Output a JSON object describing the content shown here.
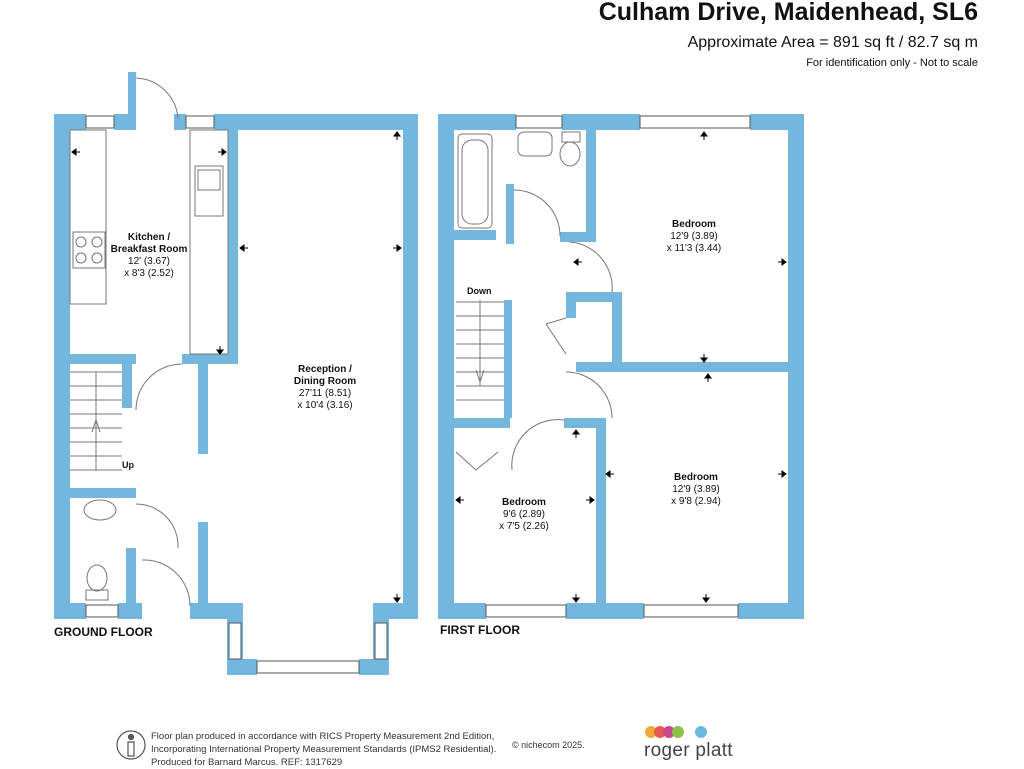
{
  "header": {
    "title": "Culham Drive, Maidenhead, SL6",
    "area": "Approximate Area = 891 sq ft /  82.7 sq m",
    "note": "For identification only - Not to scale"
  },
  "colors": {
    "wall": "#73b7de",
    "window": "#ffffff",
    "line": "#555555"
  },
  "ground_floor": {
    "label": "GROUND FLOOR",
    "kitchen": {
      "name": "Kitchen /\nBreakfast Room",
      "line1": "Kitchen /",
      "line2": "Breakfast Room",
      "dim_ft": "12' (3.67)",
      "dim_m": "x 8'3 (2.52)"
    },
    "reception": {
      "line1": "Reception /",
      "line2": "Dining Room",
      "dim_ft": "27'11 (8.51)",
      "dim_m": "x 10'4 (3.16)"
    },
    "stairs_label": "Up"
  },
  "first_floor": {
    "label": "FIRST FLOOR",
    "bedroom_1": {
      "name": "Bedroom",
      "dim_ft": "12'9 (3.89)",
      "dim_m": "x 11'3 (3.44)"
    },
    "bedroom_2": {
      "name": "Bedroom",
      "dim_ft": "12'9 (3.89)",
      "dim_m": "x 9'8 (2.94)"
    },
    "bedroom_3": {
      "name": "Bedroom",
      "dim_ft": "9'6 (2.89)",
      "dim_m": "x 7'5 (2.26)"
    },
    "stairs_label": "Down"
  },
  "footer": {
    "line1": "Floor plan produced in accordance with RICS Property Measurement 2nd Edition,",
    "line2": "Incorporating International Property Measurement Standards (IPMS2 Residential).",
    "line3": "Produced for Barnard Marcus.   REF:  1317629",
    "copyright": "© nichecom 2025.",
    "brand": "roger platt",
    "brand_dots": [
      "#f2a93b",
      "#e7594e",
      "#c74a8a",
      "#8cc24a",
      "#6bbbe0"
    ]
  }
}
